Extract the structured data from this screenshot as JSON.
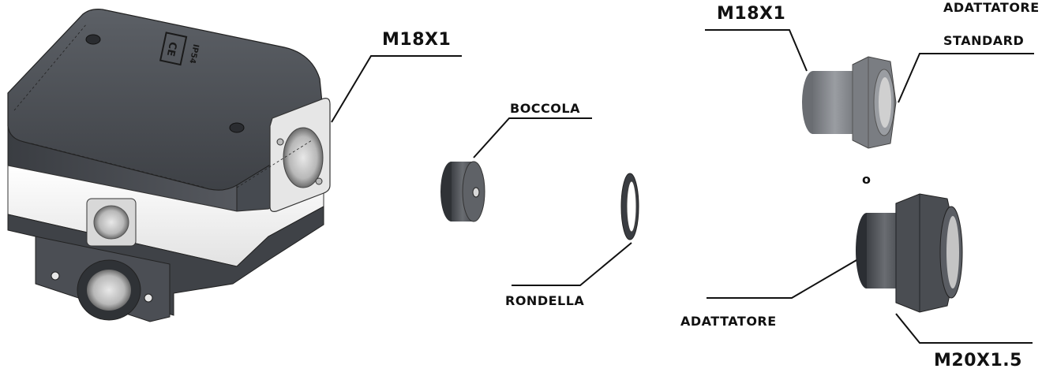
{
  "labels": {
    "m18x1_left": "M18X1",
    "boccola": "BOCCOLA",
    "rondella": "RONDELLA",
    "m18x1_right": "M18X1",
    "adattatore_standard_line1": "ADATTATORE",
    "adattatore_standard_line2": "STANDARD",
    "or_separator": "o",
    "adattatore": "ADATTATORE",
    "m20x15": "M20X1.5"
  },
  "housing_markings": {
    "ce_mark": "CE",
    "ip_rating": "IP54"
  },
  "colors": {
    "housing_top": "#4a4d52",
    "housing_band": "#f2f2f2",
    "part_grey": "#5a5d63",
    "part_light": "#8a8d92",
    "leader_line": "#111111"
  }
}
